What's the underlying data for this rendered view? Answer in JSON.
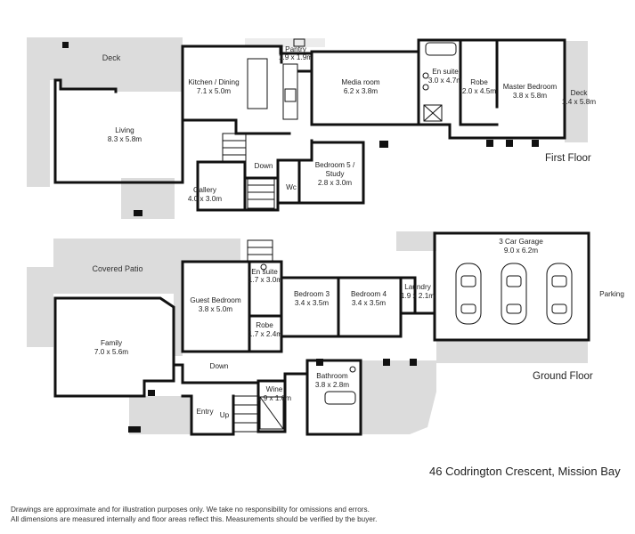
{
  "address": "46 Codrington Crescent, Mission Bay",
  "disclaimer": [
    "Drawings are approximate and for illustration purposes only. We take no responsibility for omissions and errors.",
    "All dimensions are measured internally and floor areas reflect this. Measurements should be verified by the buyer."
  ],
  "first_floor": {
    "label": "First Floor",
    "rooms": [
      {
        "id": "deck-left",
        "name": "Deck",
        "dims": ""
      },
      {
        "id": "kitchen",
        "name": "Kitchen / Dining",
        "dims": "7.1 x 5.0m"
      },
      {
        "id": "pantry",
        "name": "Pantry",
        "dims": "1.9 x 1.9m"
      },
      {
        "id": "media",
        "name": "Media room",
        "dims": "6.2 x 3.8m"
      },
      {
        "id": "ensuite-1",
        "name": "En suite",
        "dims": "3.0 x 4.7m"
      },
      {
        "id": "robe-1",
        "name": "Robe",
        "dims": "2.0 x 4.5m"
      },
      {
        "id": "master",
        "name": "Master Bedroom",
        "dims": "3.8 x 5.8m"
      },
      {
        "id": "deck-right",
        "name": "Deck",
        "dims": "1.4 x 5.8m"
      },
      {
        "id": "living",
        "name": "Living",
        "dims": "8.3 x 5.8m"
      },
      {
        "id": "bed5",
        "name": "Bedroom 5 /",
        "dims": "Study"
      },
      {
        "id": "gallery",
        "name": "Gallery",
        "dims": "4.0 x 3.0m"
      }
    ],
    "bed5_dims": "2.8 x 3.0m",
    "down": "Down",
    "wc": "Wc"
  },
  "ground_floor": {
    "label": "Ground Floor",
    "rooms": [
      {
        "id": "garage",
        "name": "3 Car Garage",
        "dims": "9.0 x 6.2m"
      },
      {
        "id": "ensuite-2",
        "name": "En suite",
        "dims": "1.7 x 3.0m"
      },
      {
        "id": "guest",
        "name": "Guest Bedroom",
        "dims": "3.8 x 5.0m"
      },
      {
        "id": "bed3",
        "name": "Bedroom 3",
        "dims": "3.4 x 3.5m"
      },
      {
        "id": "bed4",
        "name": "Bedroom 4",
        "dims": "3.4 x 3.5m"
      },
      {
        "id": "laundry",
        "name": "Laundry",
        "dims": "1.9 x 2.1m"
      },
      {
        "id": "robe-2",
        "name": "Robe",
        "dims": "1.7 x 2.4m"
      },
      {
        "id": "family",
        "name": "Family",
        "dims": "7.0 x 5.6m"
      },
      {
        "id": "bathroom",
        "name": "Bathroom",
        "dims": "3.8 x 2.8m"
      },
      {
        "id": "wine",
        "name": "Wine",
        "dims": "1.9 x 1.6m"
      }
    ],
    "covered_patio": "Covered Patio",
    "parking": "Parking",
    "down": "Down",
    "entry": "Entry",
    "up": "Up"
  }
}
